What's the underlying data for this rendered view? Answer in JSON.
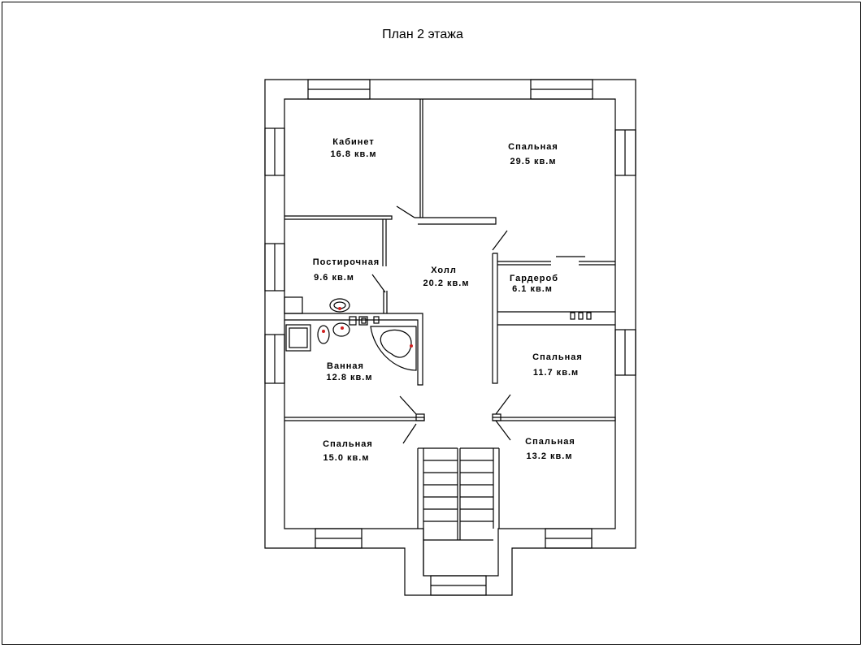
{
  "title": "План 2 этажа",
  "rooms": [
    {
      "id": "kabinet",
      "name": "Кабинет",
      "area": "16.8 кв.м"
    },
    {
      "id": "bedroom-main",
      "name": "Спальная",
      "area": "29.5 кв.м"
    },
    {
      "id": "laundry",
      "name": "Постирочная",
      "area": "9.6 кв.м"
    },
    {
      "id": "hall",
      "name": "Холл",
      "area": "20.2 кв.м"
    },
    {
      "id": "wardrobe",
      "name": "Гардероб",
      "area": "6.1 кв.м"
    },
    {
      "id": "bath",
      "name": "Ванная",
      "area": "12.8 кв.м"
    },
    {
      "id": "bedroom-mid",
      "name": "Спальная",
      "area": "11.7 кв.м"
    },
    {
      "id": "bedroom-sw",
      "name": "Спальная",
      "area": "15.0 кв.м"
    },
    {
      "id": "bedroom-se",
      "name": "Спальная",
      "area": "13.2 кв.м"
    }
  ],
  "colors": {
    "line": "#000000",
    "fixture_accent": "#d02020",
    "background": "#ffffff"
  }
}
